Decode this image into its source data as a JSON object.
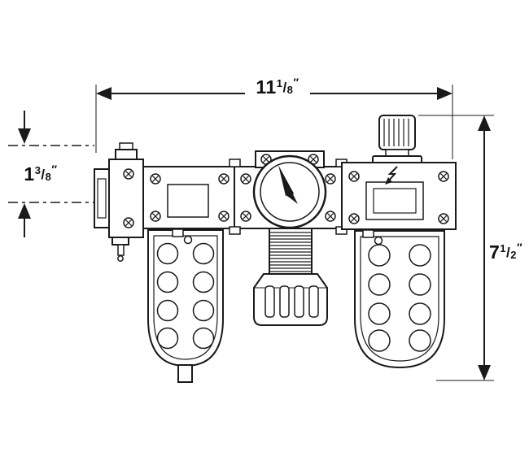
{
  "colors": {
    "ink": "#1a1a1a",
    "background": "#ffffff"
  },
  "dimensions": {
    "width": {
      "whole": "11",
      "num": "1",
      "den": "8",
      "unit": "″"
    },
    "port_height": {
      "whole": "1",
      "num": "3",
      "den": "8",
      "unit": "″"
    },
    "overall_height": {
      "whole": "7",
      "num": "1",
      "den": "2",
      "unit": "″"
    }
  }
}
